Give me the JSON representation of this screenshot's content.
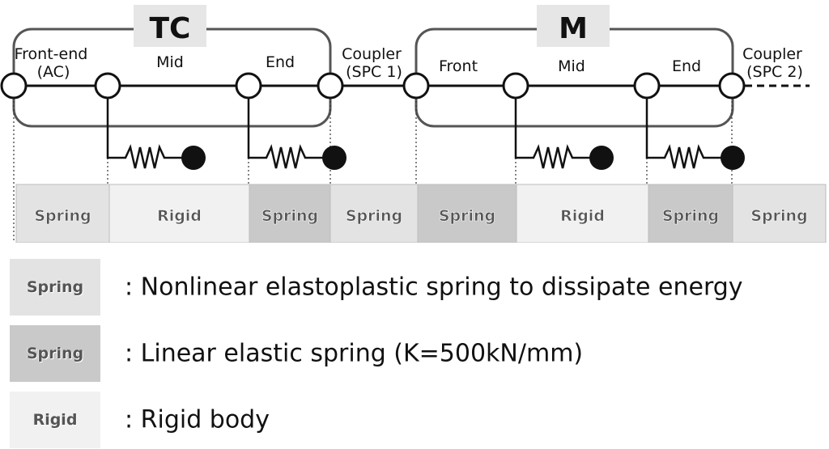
{
  "cars": [
    {
      "title": "TC",
      "node_labels": [
        "Front-end\n(AC)",
        "Mid",
        "End"
      ],
      "coupler": "Coupler\n(SPC 1)"
    },
    {
      "title": "M",
      "node_labels": [
        "Front",
        "Mid",
        "End"
      ],
      "coupler": "Coupler\n(SPC 2)"
    }
  ],
  "segments": [
    "Spring",
    "Rigid",
    "Spring",
    "Spring",
    "Spring",
    "Rigid",
    "Spring",
    "Spring"
  ],
  "segment_types": [
    "nonlinear",
    "rigid",
    "linear",
    "nonlinear",
    "linear",
    "rigid",
    "linear",
    "nonlinear"
  ],
  "legend": [
    {
      "swatch": "Spring",
      "type": "nonlinear",
      "text": ": Nonlinear elastoplastic spring to dissipate energy"
    },
    {
      "swatch": "Spring",
      "type": "linear",
      "text": ": Linear elastic spring (K=500kN/mm)"
    },
    {
      "swatch": "Rigid",
      "type": "rigid",
      "text": ": Rigid body"
    }
  ],
  "colors": {
    "nonlinear": "#e3e3e3",
    "linear": "#c9c9c9",
    "rigid": "#f1f1f1",
    "title_box": "#e6e6e6",
    "line": "#111111"
  }
}
